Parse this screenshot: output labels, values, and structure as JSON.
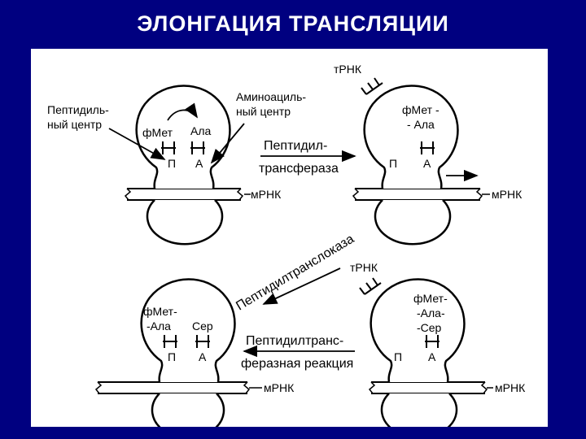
{
  "title": "ЭЛОНГАЦИЯ   ТРАНСЛЯЦИИ",
  "colors": {
    "background": "#000080",
    "panel": "#ffffff",
    "ink": "#000000",
    "title": "#ffffff"
  },
  "panel1": {
    "peptidyl_center": [
      "Пептидиль-",
      "ный центр"
    ],
    "aminoacyl_center": [
      "Аминоациль-",
      "ный центр"
    ],
    "codons": [
      "фМет",
      "Ала"
    ],
    "sites": [
      "П",
      "А"
    ],
    "mrna": "мРНК"
  },
  "arrow1": [
    "Пептидил-",
    "трансфераза"
  ],
  "panel2": {
    "trna": "тРНК",
    "chain": [
      "фМет -",
      "- Ала"
    ],
    "sites": [
      "П",
      "А"
    ],
    "mrna": "мРНК"
  },
  "arrow2": "Пептидилтранслоказа",
  "panel3": {
    "trna": "тРНК",
    "chain": [
      "фМет-",
      "-Ала-",
      "-Сер"
    ],
    "sites": [
      "П",
      "А"
    ],
    "mrna": "мРНК"
  },
  "arrow3": [
    "Пептидилтранс-",
    "феразная реакция"
  ],
  "panel4": {
    "chain": [
      "фМет-",
      "-Ала",
      "Сер"
    ],
    "sites": [
      "П",
      "А"
    ],
    "mrna": "мРНК"
  }
}
